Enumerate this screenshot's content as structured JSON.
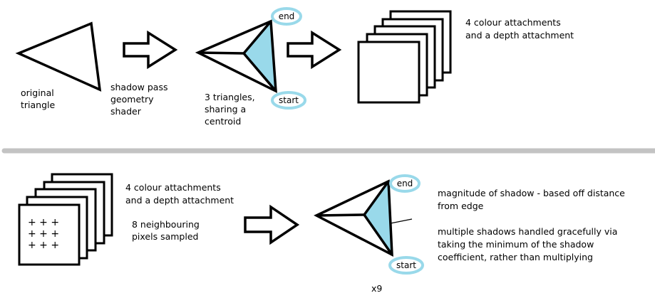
{
  "colors": {
    "stroke": "#000000",
    "highlight_fill": "#99d9ea",
    "pill_border": "#99d9ea",
    "divider": "#c3c3c3",
    "background": "#ffffff"
  },
  "top_row": {
    "original_triangle": {
      "line1": "original",
      "line2": "triangle"
    },
    "geometry_shader": {
      "line1": "shadow pass",
      "line2": "geometry",
      "line3": "shader"
    },
    "split_triangles": {
      "line1": "3 triangles,",
      "line2": "sharing a",
      "line3": "centroid",
      "end_label": "end",
      "start_label": "start"
    },
    "attachments": {
      "line1": "4 colour attachments",
      "line2": "and a depth attachment"
    }
  },
  "bottom_row": {
    "attachments": {
      "line1": "4 colour attachments",
      "line2": "and a depth attachment"
    },
    "sampling": {
      "line1": "8 neighbouring",
      "line2": "pixels sampled"
    },
    "plus_rows": [
      "+ + +",
      "+ + +",
      "+ + +"
    ],
    "shaded_triangle": {
      "end_label": "end",
      "start_label": "start",
      "multiplier": "x9"
    },
    "notes": {
      "magnitude_line1": "magnitude of shadow - based off distance",
      "magnitude_line2": "from edge",
      "multiple_line1": "multiple shadows handled gracefully via",
      "multiple_line2": "taking the minimum of the shadow",
      "multiple_line3": "coefficient, rather than multiplying"
    }
  }
}
